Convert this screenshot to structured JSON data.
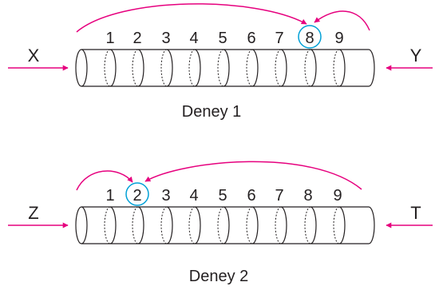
{
  "experiments": [
    {
      "caption": "Deney 1",
      "left_label": "X",
      "right_label": "Y",
      "positions": [
        "1",
        "2",
        "3",
        "4",
        "5",
        "6",
        "7",
        "8",
        "9"
      ],
      "highlighted": "8"
    },
    {
      "caption": "Deney 2",
      "left_label": "Z",
      "right_label": "T",
      "positions": [
        "1",
        "2",
        "3",
        "4",
        "5",
        "6",
        "7",
        "8",
        "9"
      ],
      "highlighted": "2"
    }
  ],
  "colors": {
    "arrow": "#e6007e",
    "highlight_circle": "#00a0d6",
    "outline": "#231f20"
  }
}
